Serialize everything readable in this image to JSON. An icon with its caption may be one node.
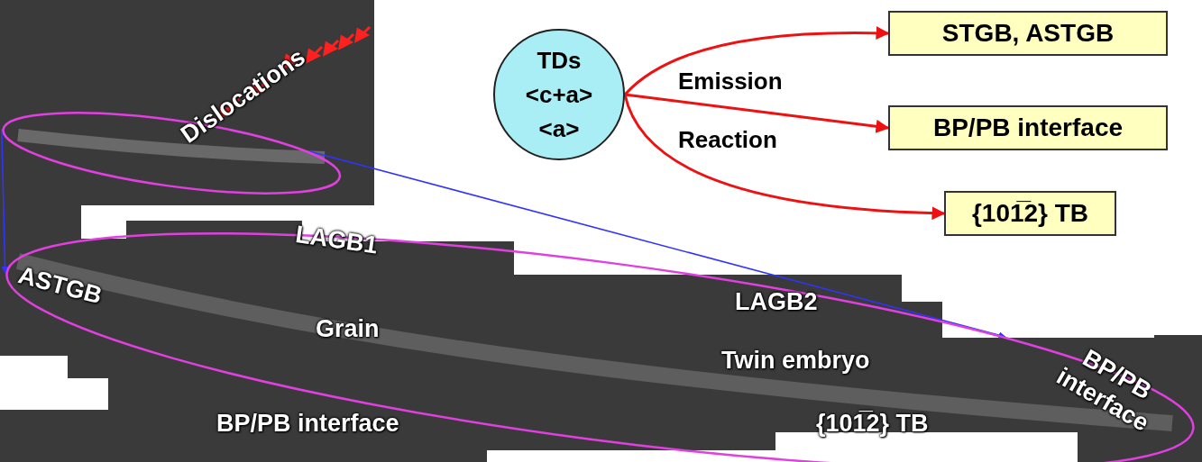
{
  "diagram": {
    "nodes": [
      {
        "text": [
          "TDs <c+a> <a>"
        ]
      },
      {
        "text": [
          "STGB, ASTGB"
        ]
      },
      {
        "text": [
          "BP/PB interface"
        ]
      },
      {
        "text": [
          "{101̅2} TB"
        ]
      },
      {
        "text": [],
        "shape": "ellipse"
      },
      {
        "text": [],
        "shape": "ellipse"
      }
    ],
    "edges": [
      {
        "from": 0,
        "to": 1,
        "arrow": "to"
      },
      {
        "from": 0,
        "to": 2,
        "arrow": "to"
      },
      {
        "from": 0,
        "to": 3,
        "arrow": "to"
      },
      {
        "from": 4,
        "to": 5,
        "arrow": "to",
        "color": "#3333ff"
      },
      {
        "from": 4,
        "to": 5,
        "arrow": "to",
        "color": "#3333ff"
      }
    ],
    "labels": [
      "Emission",
      "Reaction",
      "Dislocations",
      "ASTGB",
      "LAGB1",
      "Grain",
      "LAGB2",
      "Twin embryo",
      "BP/PB interface",
      "{101̅2} TB",
      "BP/PB interface"
    ]
  }
}
